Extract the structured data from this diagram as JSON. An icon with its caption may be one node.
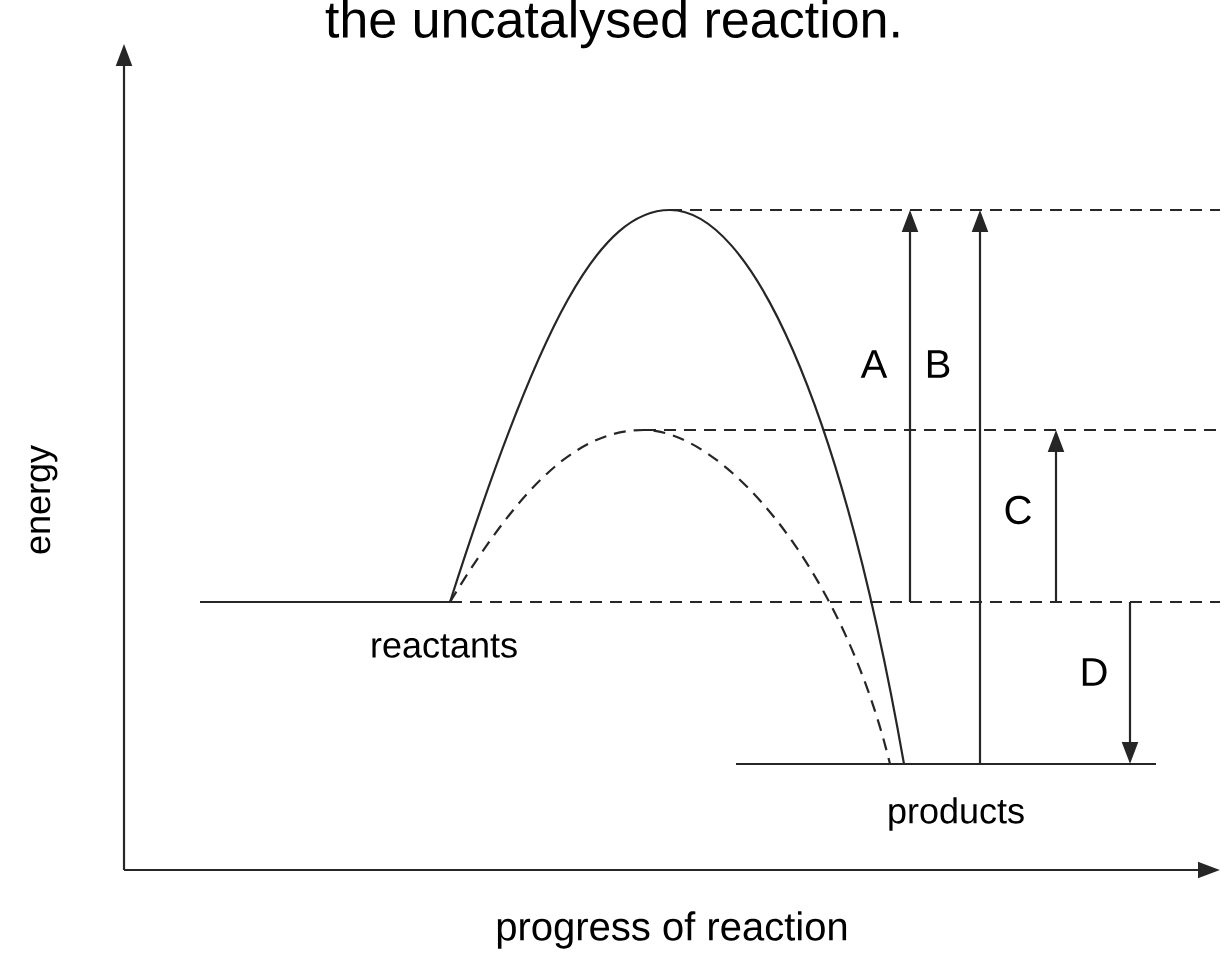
{
  "diagram": {
    "labels": [
      "the uncatalysed reaction.",
      "A",
      "B",
      "C",
      "energy",
      "reactants",
      "D",
      "products",
      "progress of reaction"
    ]
  }
}
